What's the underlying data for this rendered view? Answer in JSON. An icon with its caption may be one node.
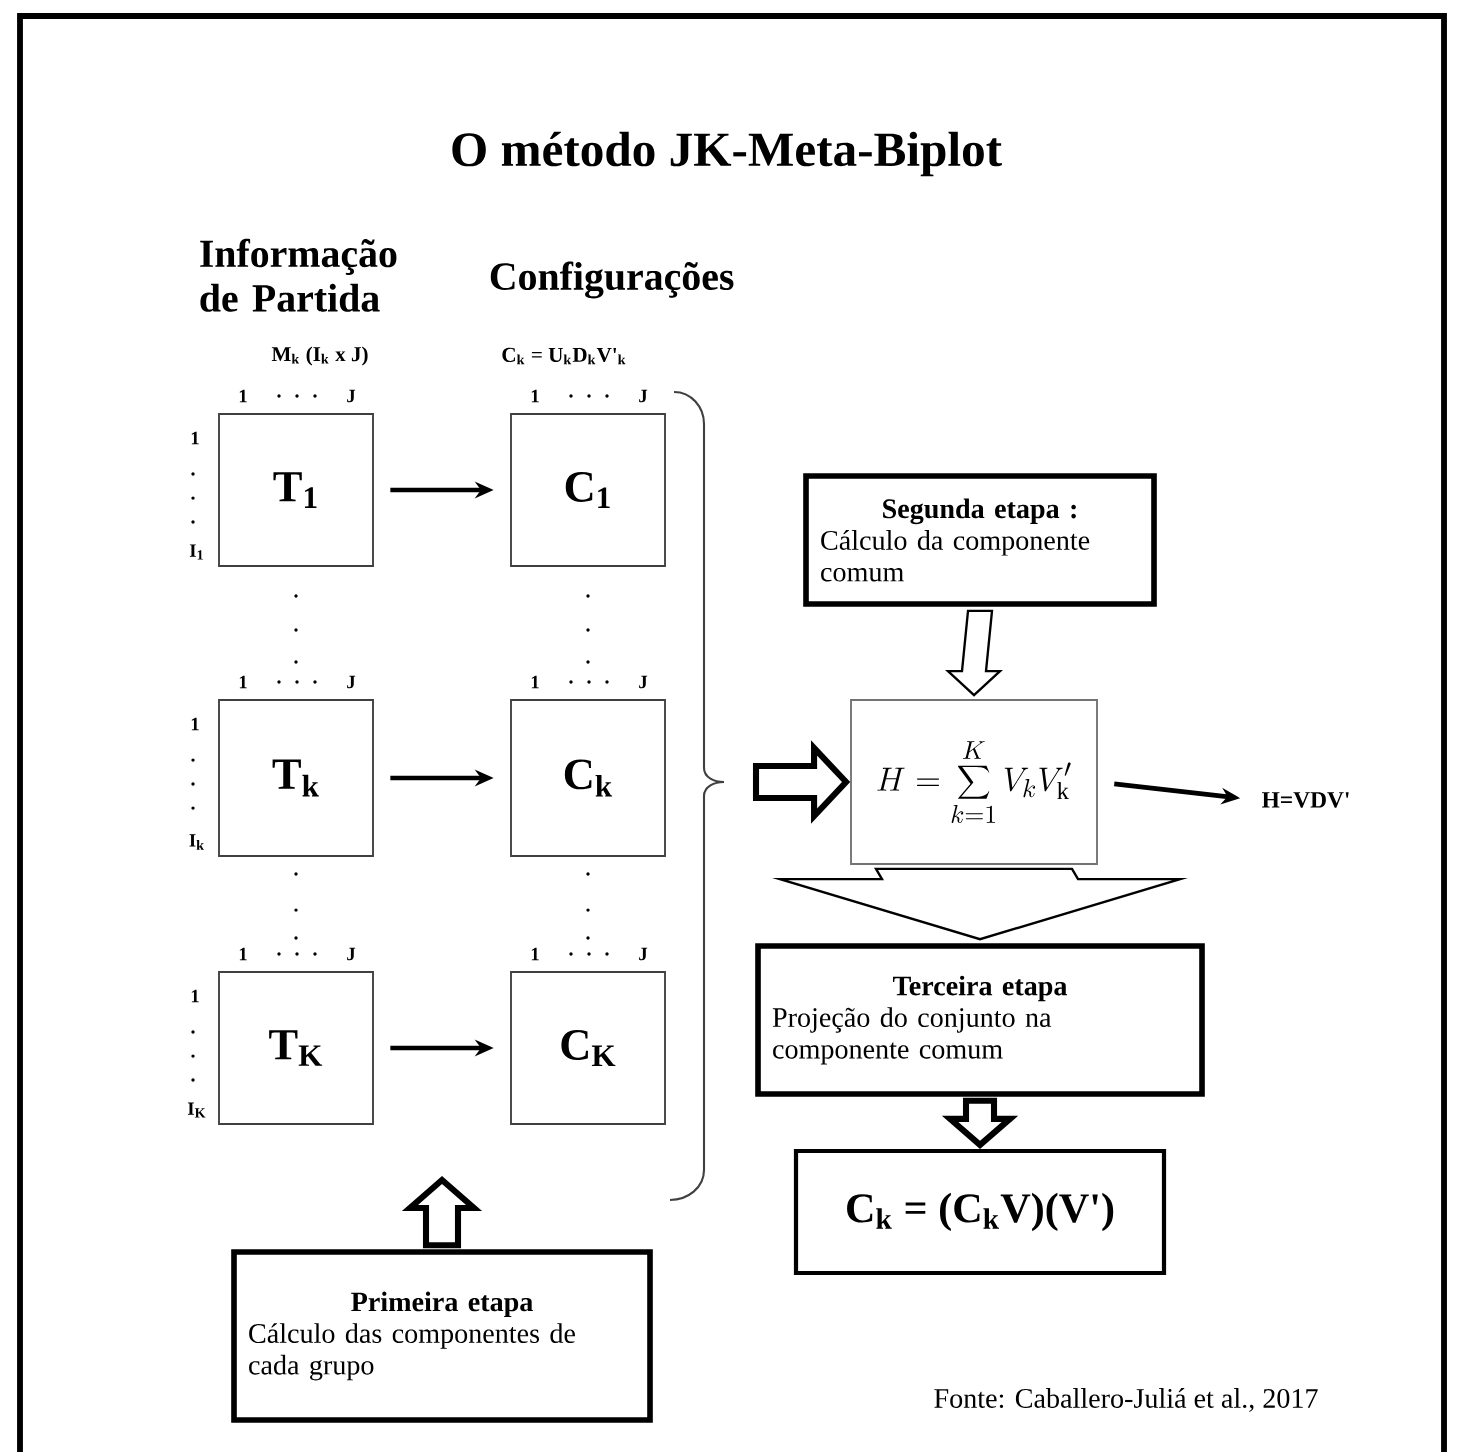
{
  "diagram": {
    "title": "O método JK-Meta-Biplot",
    "nodes": [
      {
        "text": [
          "T$_{1}$"
        ],
        "beside": [
          "1",
          "J",
          "1",
          "I$_{1}$"
        ]
      },
      {
        "text": [
          "C$_{1}$"
        ],
        "beside": [
          "1",
          "J"
        ]
      },
      {
        "text": [
          "T$_{k}$"
        ],
        "beside": [
          "1",
          "J",
          "1",
          "I$_{k}$"
        ]
      },
      {
        "text": [
          "C$_{k}$"
        ],
        "beside": [
          "1",
          "J"
        ]
      },
      {
        "text": [
          "T$_{K}$"
        ],
        "beside": [
          "1",
          "J",
          "1",
          "I$_{K}$"
        ]
      },
      {
        "text": [
          "C$_{K}$"
        ],
        "beside": [
          "1",
          "J"
        ]
      },
      {
        "text": [
          "Segunda etapa :",
          "Cálculo da componente comum"
        ]
      },
      {
        "text": [
          "H = \\sum_{k=1}^{K} V_k V'_{\\mathrm{k}}"
        ]
      },
      {
        "text": [
          "H=VDV'"
        ]
      },
      {
        "text": [
          "Terceira etapa",
          "Projeção do conjunto na componente comum"
        ]
      },
      {
        "text": [
          "C$_{k}$ = (C$_{k}$V)(V')"
        ]
      },
      {
        "text": [
          "Primeira etapa",
          "Cálculo das componentes de cada grupo"
        ]
      }
    ],
    "edges": [
      {
        "from": 0,
        "to": 1,
        "arrow": "to"
      },
      {
        "from": 2,
        "to": 3,
        "arrow": "to"
      },
      {
        "from": 4,
        "to": 5,
        "arrow": "to"
      },
      {
        "from": null,
        "to": 7,
        "arrow": "to",
        "style": "thick"
      },
      {
        "from": 6,
        "to": 7,
        "arrow": "to",
        "style": "thick"
      },
      {
        "from": 7,
        "to": 8,
        "arrow": "to"
      },
      {
        "from": 7,
        "to": 9,
        "arrow": "to",
        "style": "thick"
      },
      {
        "from": 9,
        "to": 10,
        "arrow": "to",
        "style": "thick"
      },
      {
        "from": 11,
        "to": null,
        "arrow": "to",
        "style": "thick"
      }
    ],
    "labels": [
      "Informação de Partida",
      "Configurações",
      "M$_{k}$ (I$_{k}$ x J)",
      "C$_{k}$ = U$_{k}$D$_{k}$V'$_{k}$",
      "Fonte: Caballero-Juliá et al., 2017"
    ]
  }
}
